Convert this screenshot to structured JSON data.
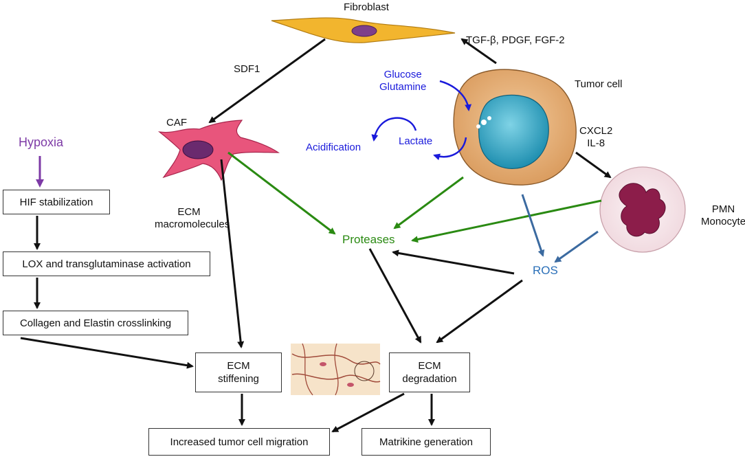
{
  "cells": {
    "fibroblast": "Fibroblast",
    "caf": "CAF",
    "tumor_cell": "Tumor cell",
    "pmn_monocyte": "PMN\nMonocyte"
  },
  "signals": {
    "tgf": "TGF-β, PDGF, FGF-2",
    "sdf1": "SDF1",
    "cxcl": "CXCL2\nIL-8",
    "ecm_macro": "ECM\nmacromolecules"
  },
  "metabolism": {
    "glucose": "Glucose\nGlutamine",
    "lactate": "Lactate",
    "acidification": "Acidification"
  },
  "mediators": {
    "proteases": "Proteases",
    "ros": "ROS",
    "hypoxia": "Hypoxia"
  },
  "boxes": {
    "hif": "HIF stabilization",
    "lox": "LOX  and transglutaminase activation",
    "collagen": "Collagen and Elastin crosslinking",
    "stiffening": "ECM\nstiffening",
    "degradation": "ECM\ndegradation",
    "migration": "Increased tumor  cell migration",
    "matrikine": "Matrikine generation"
  },
  "colors": {
    "black_arrow": "#111111",
    "green_arrow": "#2a8a12",
    "steel_arrow": "#3b6aa0",
    "blue_curve": "#1a1adb",
    "hypoxia": "#7d3aa6"
  }
}
